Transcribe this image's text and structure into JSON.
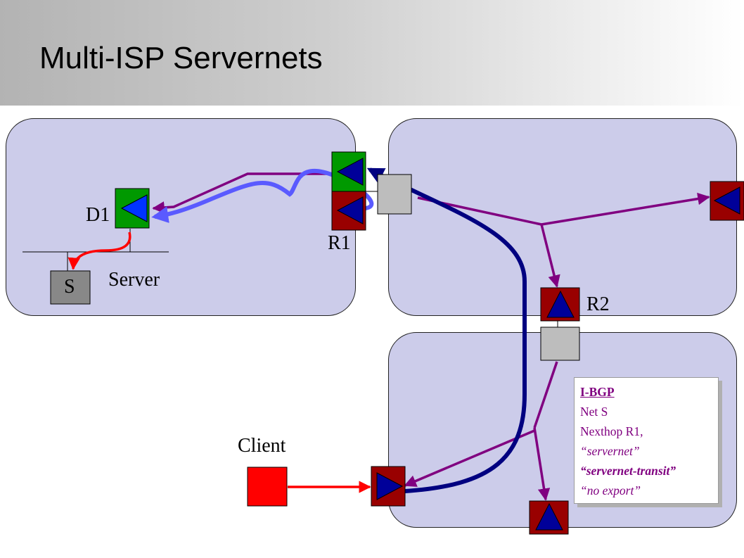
{
  "title": "Multi-ISP Servernets",
  "labels": {
    "d1": "D1",
    "r1": "R1",
    "r2": "R2",
    "server_box": "S",
    "server": "Server",
    "client": "Client"
  },
  "ibgp_note": {
    "heading": "I-BGP",
    "lines": [
      "Net S",
      "Nexthop R1,",
      "“servernet”",
      "“servernet-transit”",
      "“no export”"
    ]
  },
  "colors": {
    "region_fill": "#ccccea",
    "router_red": "#990000",
    "router_green": "#009900",
    "arrow_blue": "#000099",
    "bright_blue": "#0033ff",
    "link_purple": "#800080",
    "path_dark_blue": "#000080",
    "path_light_blue": "#5a5aff",
    "server_red": "#ff0000",
    "switch_gray": "#bdbdbd"
  }
}
